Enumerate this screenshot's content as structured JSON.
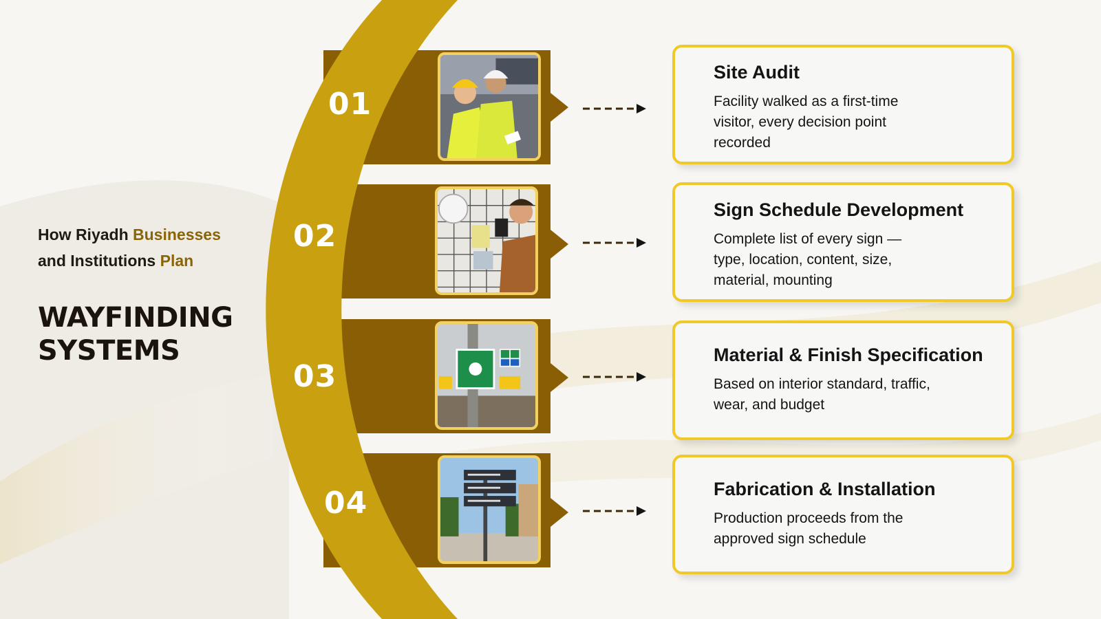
{
  "header": {
    "subtitle_part1": "How Riyadh ",
    "subtitle_highlight1": "Businesses",
    "subtitle_part2": "and Institutions ",
    "subtitle_highlight2": "Plan",
    "title_line1": "WAYFINDING",
    "title_line2": "SYSTEMS"
  },
  "steps": [
    {
      "number": "01",
      "title": "Site Audit",
      "description": "Facility walked as a first-time visitor, every decision point recorded",
      "photo": "site-audit-photo"
    },
    {
      "number": "02",
      "title": "Sign Schedule Development",
      "description": "Complete list of every sign — type, location, content, size, material, mounting",
      "photo": "sign-schedule-photo"
    },
    {
      "number": "03",
      "title": "Material & Finish Specification",
      "description": "Based on interior standard, traffic, wear, and budget",
      "photo": "assembly-point-sign-photo"
    },
    {
      "number": "04",
      "title": "Fabrication & Installation",
      "description": "Production proceeds from the approved sign schedule",
      "photo": "street-directional-sign-photo"
    }
  ],
  "colors": {
    "arc": "#c9a00f",
    "band": "#8a5e05",
    "photo_border": "#f2d160",
    "card_border": "#f0c928",
    "highlight_text": "#8a6508"
  }
}
